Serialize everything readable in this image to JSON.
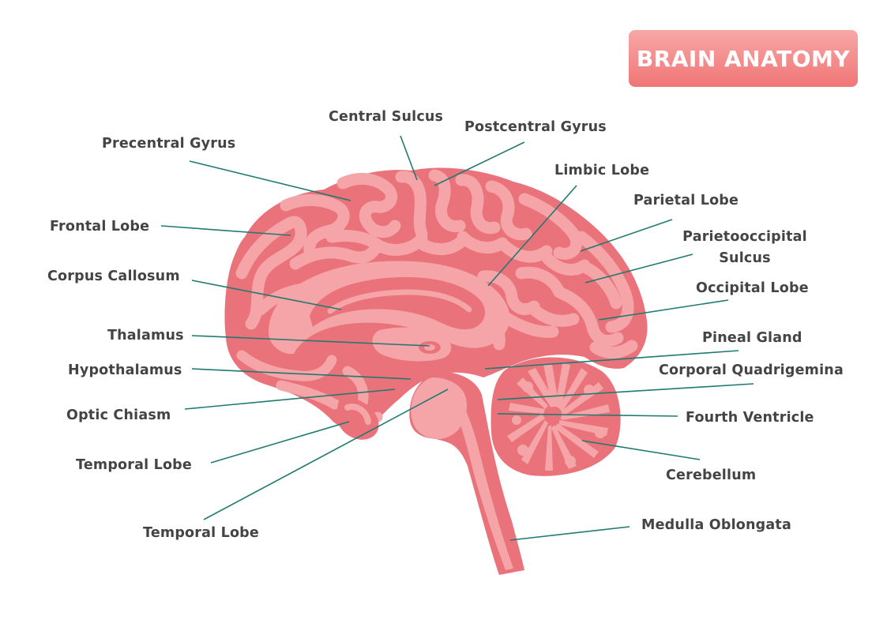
{
  "title": "BRAIN ANATOMY",
  "colors": {
    "title_gradient_top": "#f8a7a7",
    "title_gradient_bottom": "#f07676",
    "brain_dark": "#e9727b",
    "brain_light": "#f5a4a8",
    "leader_line": "#1f7a70",
    "label_text": "#444444"
  },
  "labels": {
    "central_sulcus": "Central Sulcus",
    "postcentral_gyrus": "Postcentral Gyrus",
    "precentral_gyrus": "Precentral Gyrus",
    "limbic_lobe": "Limbic Lobe",
    "parietal_lobe": "Parietal Lobe",
    "frontal_lobe": "Frontal Lobe",
    "parietooccipital_line1": "Parietooccipital",
    "parietooccipital_line2": "Sulcus",
    "corpus_callosum": "Corpus Callosum",
    "occipital_lobe": "Occipital Lobe",
    "thalamus": "Thalamus",
    "pineal_gland": "Pineal Gland",
    "hypothalamus": "Hypothalamus",
    "corporal_quadrigemina": "Corporal Quadrigemina",
    "optic_chiasm": "Optic Chiasm",
    "fourth_ventricle": "Fourth Ventricle",
    "temporal_lobe_upper": "Temporal Lobe",
    "cerebellum": "Cerebellum",
    "temporal_lobe_lower": "Temporal Lobe",
    "medulla_oblongata": "Medulla Oblongata"
  }
}
